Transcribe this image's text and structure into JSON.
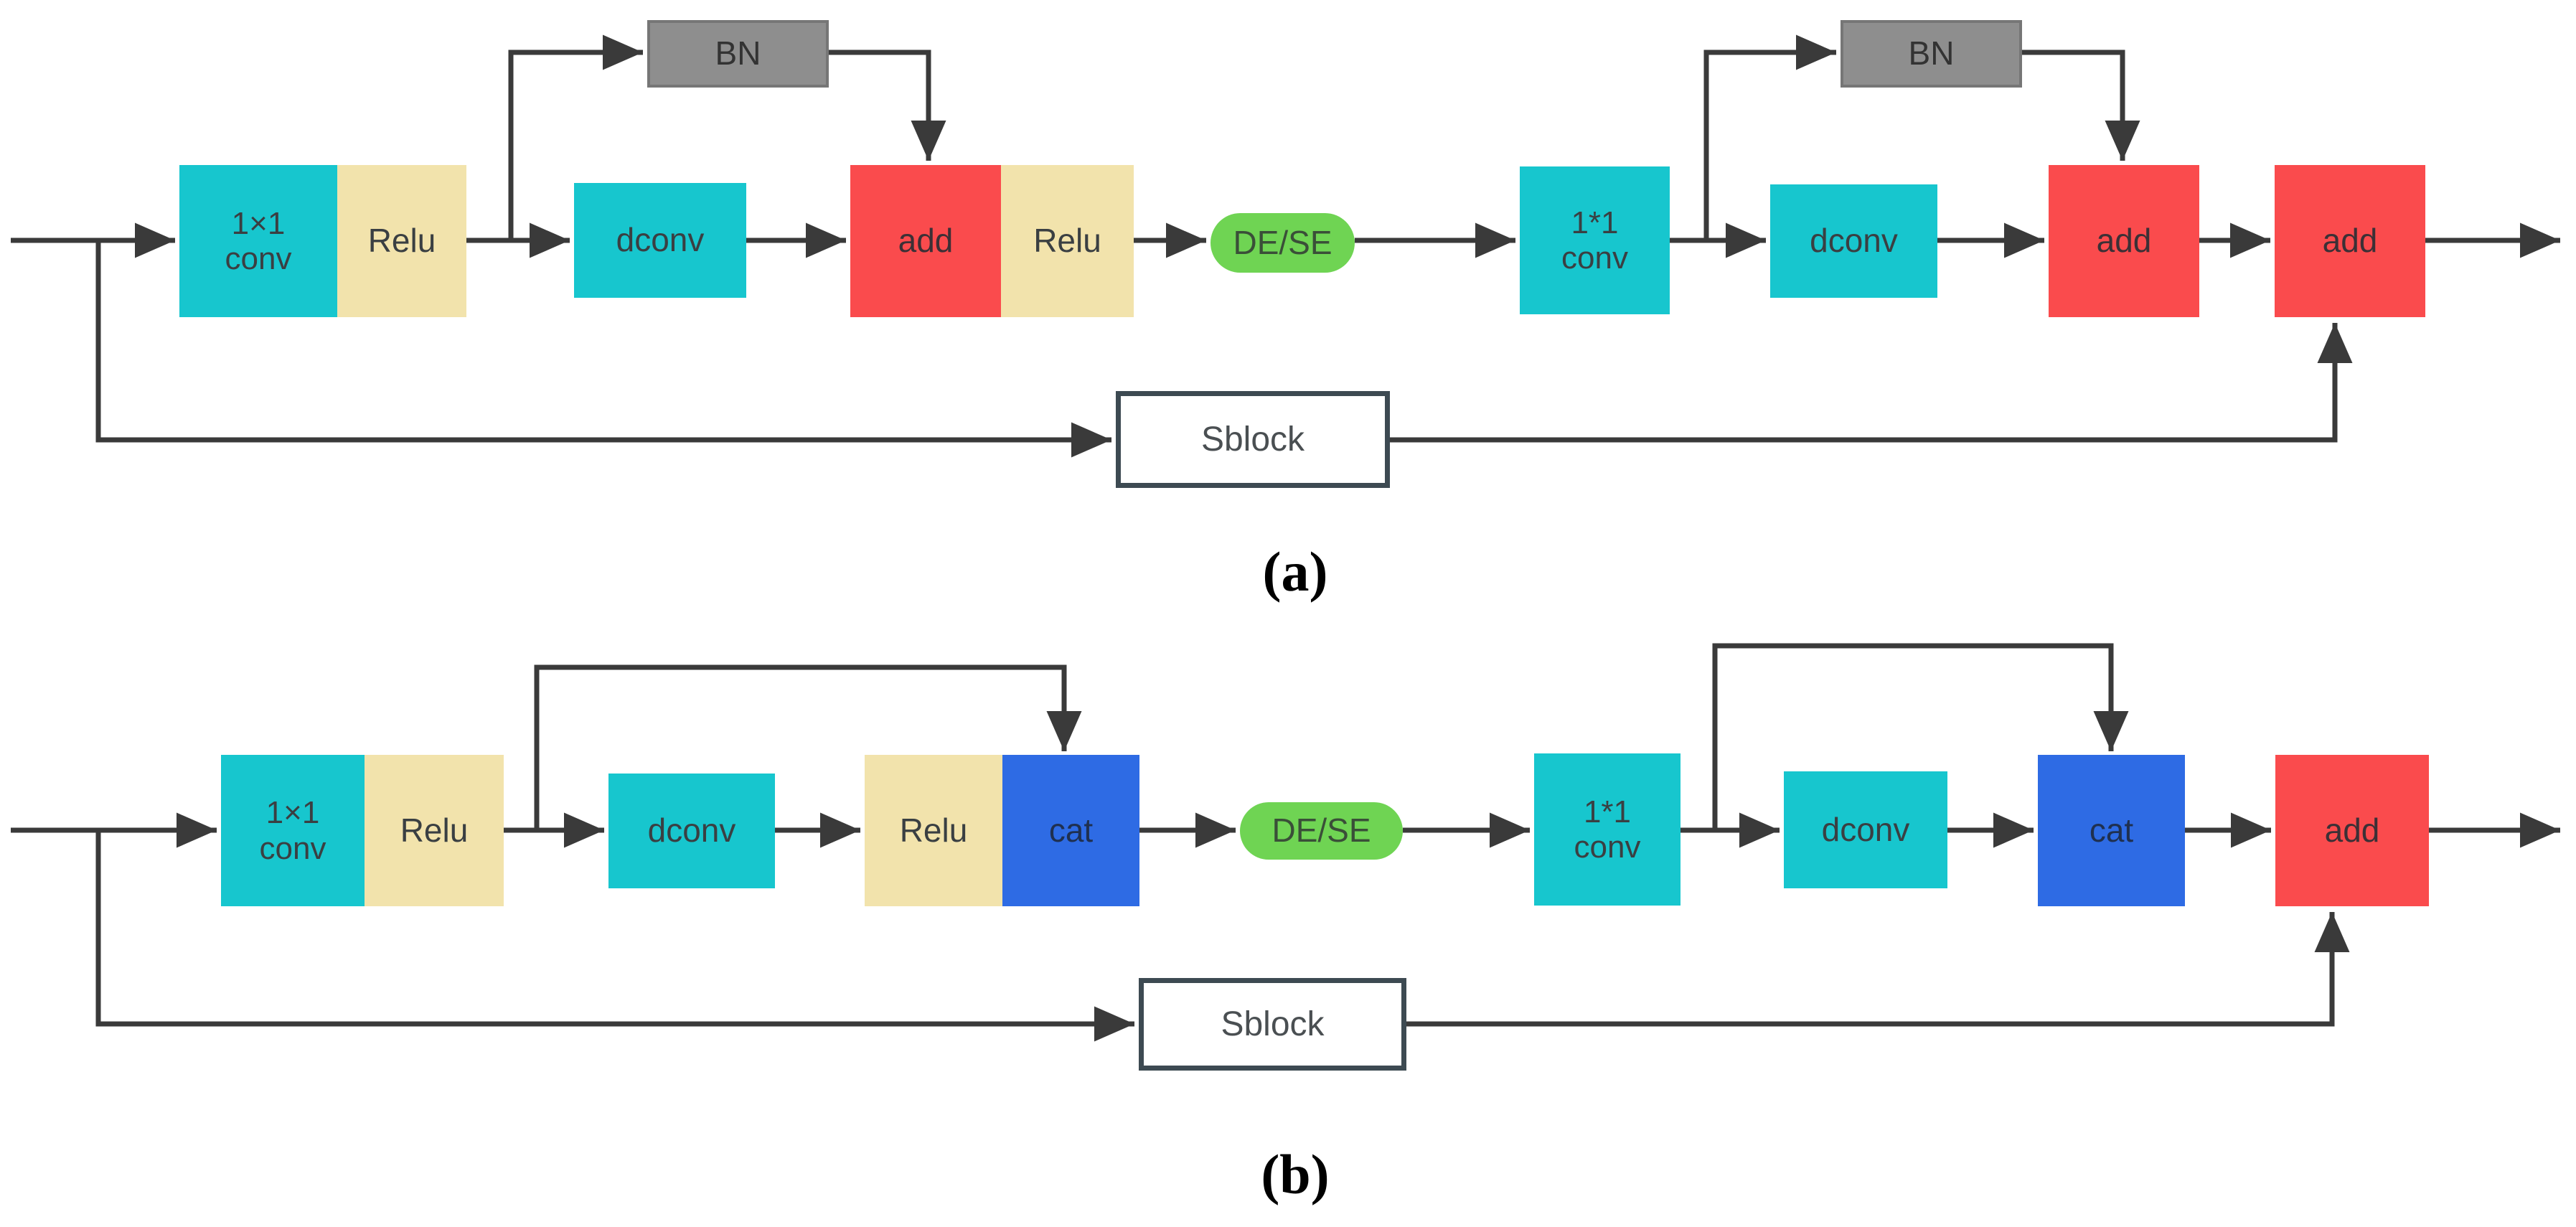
{
  "figure": {
    "type": "neural-network block diagram",
    "panel_a": {
      "caption": "(a)",
      "nodes": {
        "conv1": {
          "l1": "1×1",
          "l2": "conv"
        },
        "relu1": "Relu",
        "bn1": "BN",
        "dconv1": "dconv",
        "add1": "add",
        "relu2": "Relu",
        "dese": "DE/SE",
        "conv2": {
          "l1": "1*1",
          "l2": "conv"
        },
        "dconv2": "dconv",
        "bn2": "BN",
        "add2": "add",
        "add3": "add",
        "sblock": "Sblock"
      }
    },
    "panel_b": {
      "caption": "(b)",
      "nodes": {
        "conv1": {
          "l1": "1×1",
          "l2": "conv"
        },
        "relu1": "Relu",
        "dconv1": "dconv",
        "relu2": "Relu",
        "cat1": "cat",
        "dese": "DE/SE",
        "conv2": {
          "l1": "1*1",
          "l2": "conv"
        },
        "dconv2": "dconv",
        "cat2": "cat",
        "add1": "add",
        "sblock": "Sblock"
      }
    },
    "colors": {
      "conv_box": "#17c6ce",
      "relu_box": "#f2e3ac",
      "add_box": "#fa4b4d",
      "cat_box": "#2e6be4",
      "bn_box": "#8e8e8e",
      "dese_pill": "#6fd453",
      "sblock_border": "#3d4a52",
      "wire": "#3a3a3a"
    }
  }
}
